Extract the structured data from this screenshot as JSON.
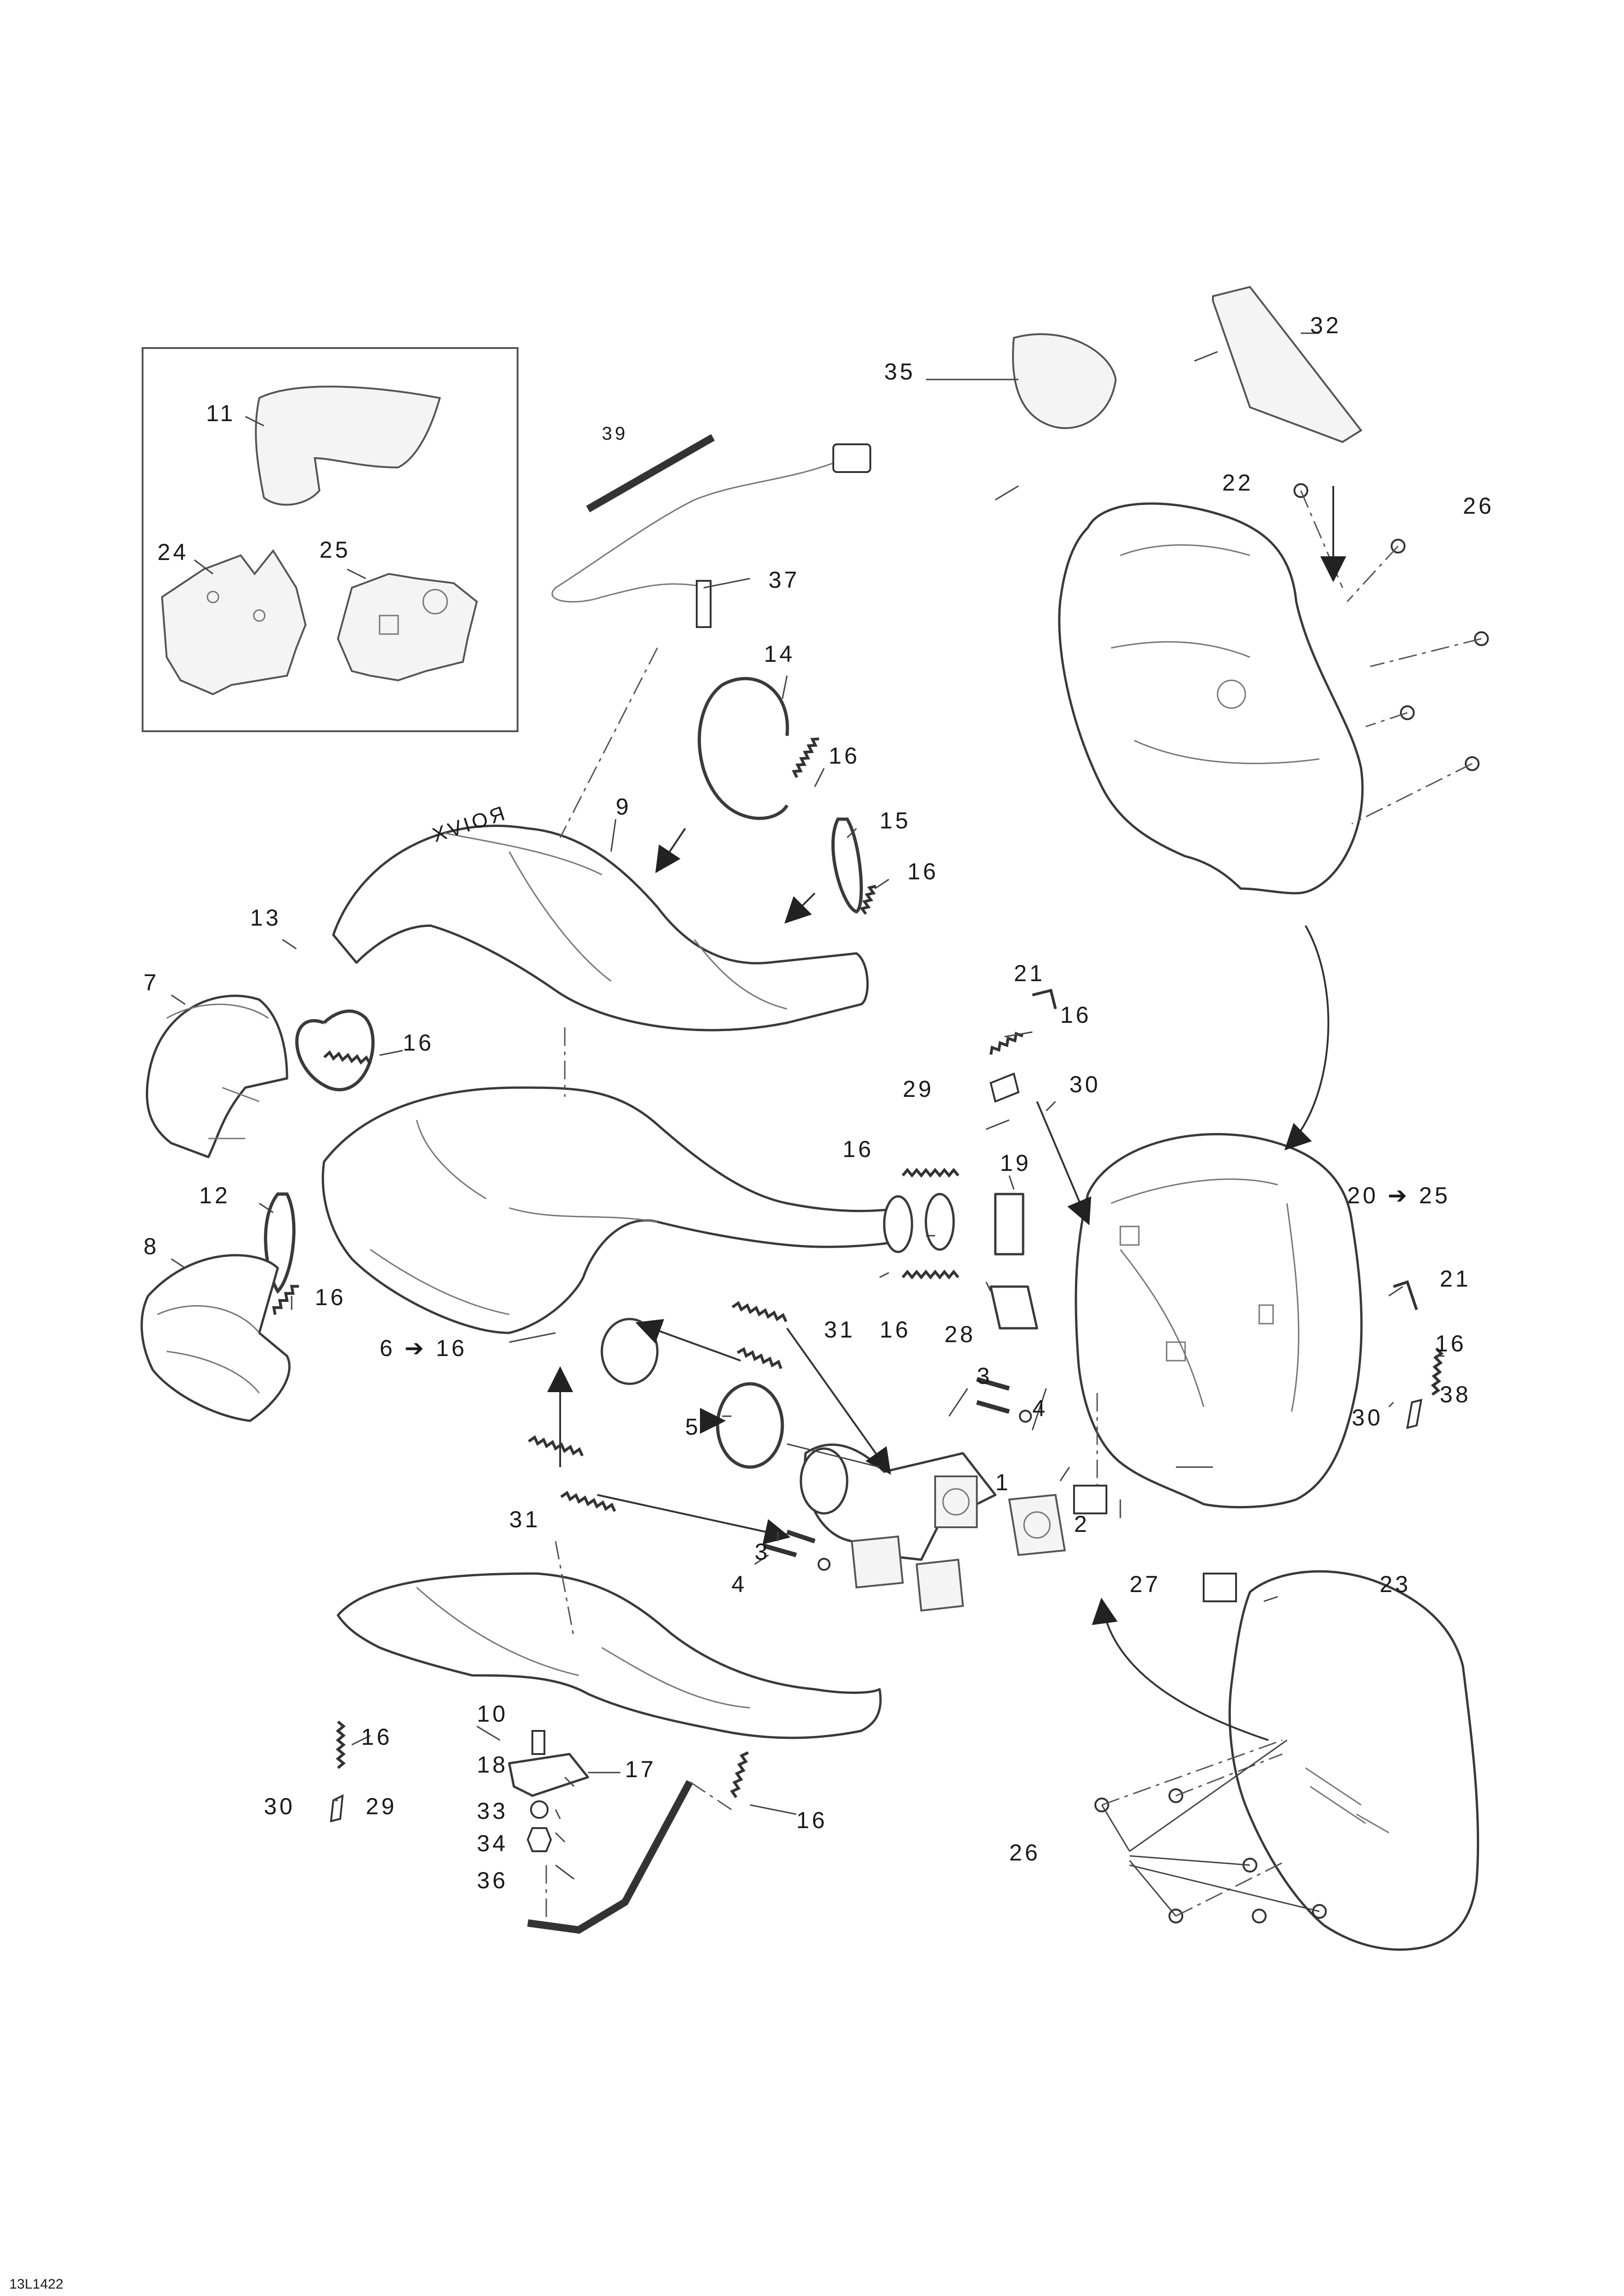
{
  "diagram": {
    "reference_code": "13L1422",
    "callouts": {
      "c1": "1",
      "c2": "2",
      "c3a": "3",
      "c3b": "3",
      "c4a": "4",
      "c4b": "4",
      "c5": "5",
      "c6": "6 ➔ 16",
      "c7": "7",
      "c8": "8",
      "c9": "9",
      "c10": "10",
      "c11": "11",
      "c12": "12",
      "c13": "13",
      "c14": "14",
      "c15": "15",
      "c16a": "16",
      "c16b": "16",
      "c16c": "16",
      "c16d": "16",
      "c16e": "16",
      "c16f": "16",
      "c16g": "16",
      "c16h": "16",
      "c16i": "16",
      "c16j": "16",
      "c17": "17",
      "c18": "18",
      "c19": "19",
      "c20": "20 ➔ 25",
      "c21a": "21",
      "c21b": "21",
      "c22": "22",
      "c23": "23",
      "c24": "24",
      "c25": "25",
      "c26a": "26",
      "c26b": "26",
      "c27": "27",
      "c28": "28",
      "c29a": "29",
      "c29b": "29",
      "c30a": "30",
      "c30b": "30",
      "c30c": "30",
      "c31a": "31",
      "c31b": "31",
      "c32": "32",
      "c33": "33",
      "c34": "34",
      "c35": "35",
      "c36": "36",
      "c37": "37",
      "c38": "38",
      "c39": "39"
    }
  }
}
